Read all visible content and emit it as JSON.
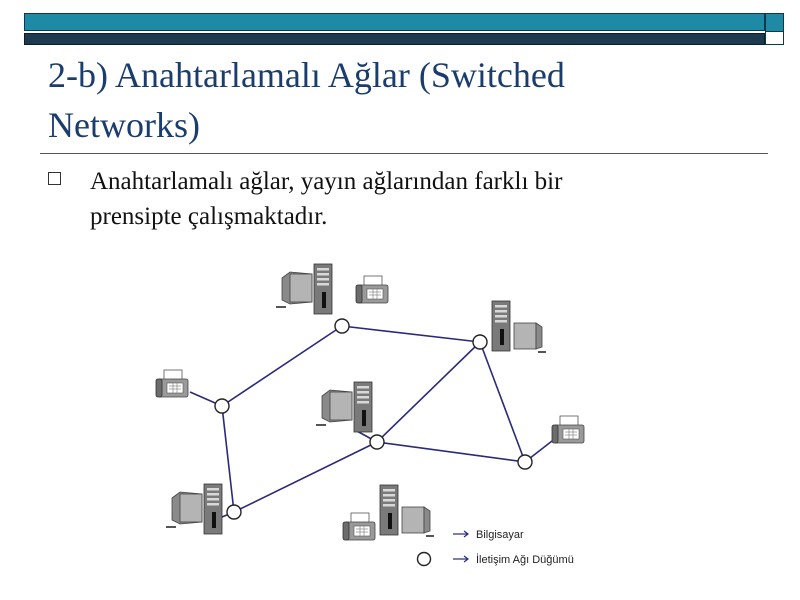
{
  "slide": {
    "title_line1": "2-b) Anahtarlamalı Ağlar (Switched",
    "title_line2": "Networks)",
    "bullet_line1": "Anahtarlamalı ağlar, yayın ağlarından farklı bir",
    "bullet_line2": "prensipte çalışmaktadır."
  },
  "legend": {
    "computer_label": "Bilgisayar",
    "node_label": "İletişim Ağı Düğümü"
  },
  "colors": {
    "accent": "#1f8aa5",
    "dark_bar": "#1e3a4e",
    "title": "#1a3d6e",
    "network_line": "#2a2a7a"
  }
}
